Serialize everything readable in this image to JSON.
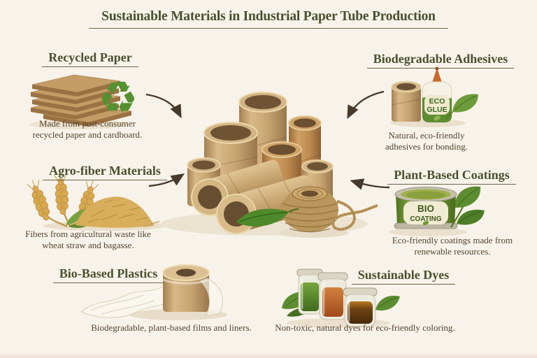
{
  "title": {
    "text": "Sustainable Materials in Industrial Paper Tube Production"
  },
  "sections": {
    "recycled_paper": {
      "heading": "Recycled Paper",
      "description": "Made from post-consumer recycled paper and cardboard."
    },
    "agro_fiber": {
      "heading": "Agro-fiber Materials",
      "description": "Fibers from agricultural waste like wheat straw and bagasse."
    },
    "bio_plastics": {
      "heading": "Bio-Based Plastics",
      "description": "Biodegradable, plant-based films and liners."
    },
    "adhesives": {
      "heading": "Biodegradable Adhesives",
      "description": "Natural, eco-friendly adhesives for bonding.",
      "product_label": {
        "line1": "ECO",
        "line2": "GLUE"
      }
    },
    "coatings": {
      "heading": "Plant-Based Coatings",
      "description": "Eco-friendly coatings made from renewable resources.",
      "product_label": {
        "line1": "BIO",
        "line2": "COATING"
      }
    },
    "dyes": {
      "heading": "Sustainable Dyes",
      "description": "Non-toxic, natural dyes for eco-friendly coloring."
    }
  },
  "icons": {
    "recycle_glyph": "♻"
  },
  "colors": {
    "background": "#f8f3ea",
    "title_text": "#47512e",
    "heading_text": "#47512e",
    "body_text": "#54432f",
    "underline": "#6f6149",
    "arrow": "#453a2c",
    "kraft_tube": "#c7a572",
    "leaf_green": "#5d8c31",
    "recycle_green": "#55912f"
  },
  "center_illustration": {
    "items": [
      "paper tubes",
      "twine coil",
      "green leaf"
    ]
  }
}
